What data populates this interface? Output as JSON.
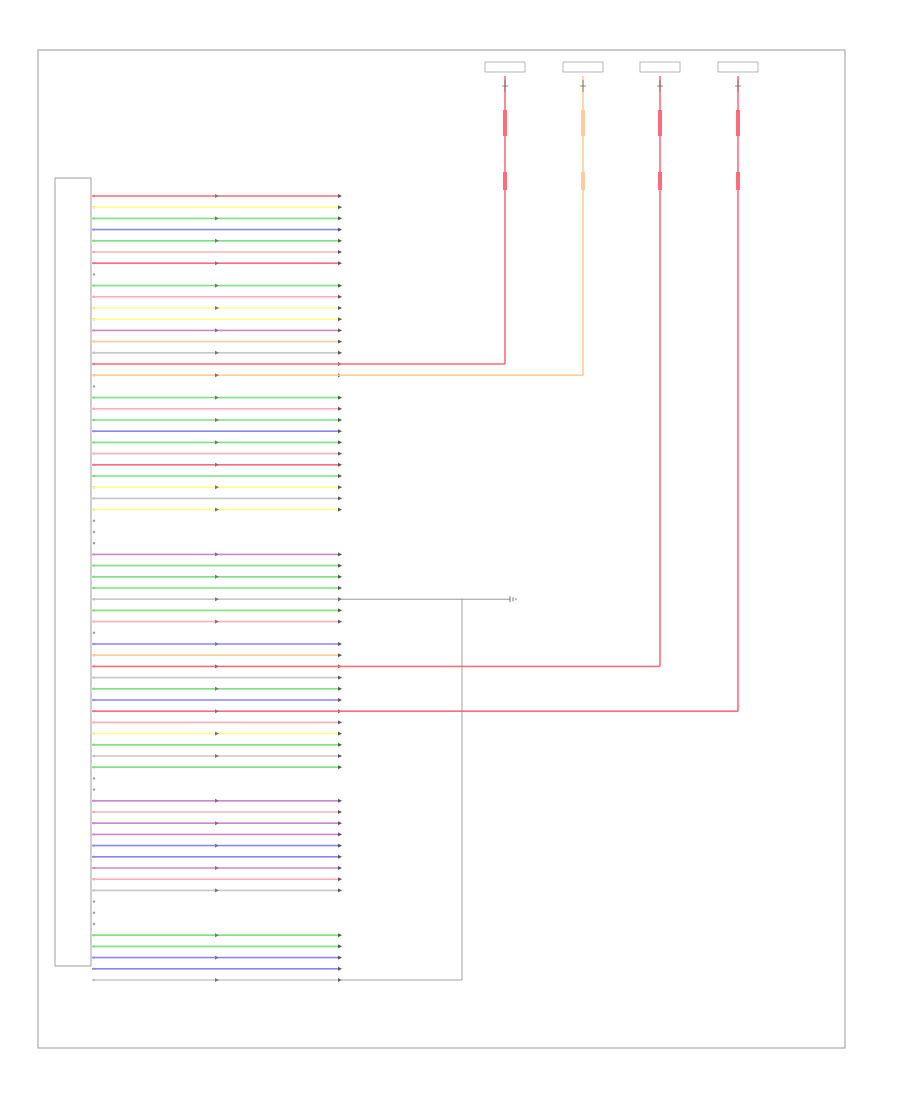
{
  "diagram": {
    "connector_label": "",
    "sheet_label": "",
    "colors": {
      "red": "#ff6b7a",
      "pink": "#ffb0b8",
      "orange": "#ffcc99",
      "yellow": "#ffff88",
      "green": "#7ee07e",
      "blue": "#8888ff",
      "gray": "#c8c8c8",
      "purple": "#cc88cc",
      "wire_dark": "#888888",
      "frame": "#9a9a9a"
    },
    "fuses": [
      {
        "label": "",
        "color": "red"
      },
      {
        "label": "",
        "color": "orange"
      },
      {
        "label": "",
        "color": "red"
      },
      {
        "label": "",
        "color": "red"
      }
    ],
    "wires": [
      {
        "color": "red",
        "target": true
      },
      {
        "color": "yellow",
        "target": true
      },
      {
        "color": "green",
        "target": true
      },
      {
        "color": "blue",
        "target": true
      },
      {
        "color": "green",
        "target": true
      },
      {
        "color": "pink",
        "target": true
      },
      {
        "color": "red",
        "target": true
      },
      {
        "color": "",
        "target": false
      },
      {
        "color": "green",
        "target": true
      },
      {
        "color": "pink",
        "target": true
      },
      {
        "color": "yellow",
        "target": true
      },
      {
        "color": "yellow",
        "target": true
      },
      {
        "color": "purple",
        "target": true
      },
      {
        "color": "orange",
        "target": true
      },
      {
        "color": "gray",
        "target": true
      },
      {
        "color": "red",
        "target": true
      },
      {
        "color": "orange",
        "target": true
      },
      {
        "color": "",
        "target": false
      },
      {
        "color": "green",
        "target": true
      },
      {
        "color": "pink",
        "target": true
      },
      {
        "color": "green",
        "target": true
      },
      {
        "color": "blue",
        "target": true
      },
      {
        "color": "green",
        "target": true
      },
      {
        "color": "pink",
        "target": true
      },
      {
        "color": "red",
        "target": true
      },
      {
        "color": "green",
        "target": true
      },
      {
        "color": "yellow",
        "target": true
      },
      {
        "color": "gray",
        "target": true
      },
      {
        "color": "yellow",
        "target": true
      },
      {
        "color": "",
        "target": false
      },
      {
        "color": "",
        "target": false
      },
      {
        "color": "",
        "target": false
      },
      {
        "color": "purple",
        "target": true
      },
      {
        "color": "green",
        "target": true
      },
      {
        "color": "green",
        "target": true
      },
      {
        "color": "green",
        "target": true
      },
      {
        "color": "gray",
        "target": true
      },
      {
        "color": "green",
        "target": true
      },
      {
        "color": "pink",
        "target": true
      },
      {
        "color": "",
        "target": false
      },
      {
        "color": "blue",
        "target": true
      },
      {
        "color": "orange",
        "target": true
      },
      {
        "color": "red",
        "target": true
      },
      {
        "color": "gray",
        "target": true
      },
      {
        "color": "green",
        "target": true
      },
      {
        "color": "blue",
        "target": true
      },
      {
        "color": "red",
        "target": true
      },
      {
        "color": "pink",
        "target": true
      },
      {
        "color": "yellow",
        "target": true
      },
      {
        "color": "green",
        "target": true
      },
      {
        "color": "gray",
        "target": true
      },
      {
        "color": "green",
        "target": true
      },
      {
        "color": "",
        "target": false
      },
      {
        "color": "",
        "target": false
      },
      {
        "color": "purple",
        "target": true
      },
      {
        "color": "pink",
        "target": true
      },
      {
        "color": "purple",
        "target": true
      },
      {
        "color": "purple",
        "target": true
      },
      {
        "color": "blue",
        "target": true
      },
      {
        "color": "blue",
        "target": true
      },
      {
        "color": "purple",
        "target": true
      },
      {
        "color": "pink",
        "target": true
      },
      {
        "color": "gray",
        "target": true
      },
      {
        "color": "",
        "target": false
      },
      {
        "color": "",
        "target": false
      },
      {
        "color": "",
        "target": false
      },
      {
        "color": "green",
        "target": true
      },
      {
        "color": "green",
        "target": true
      },
      {
        "color": "blue",
        "target": true
      },
      {
        "color": "blue",
        "target": true
      },
      {
        "color": "gray",
        "target": true
      }
    ]
  }
}
